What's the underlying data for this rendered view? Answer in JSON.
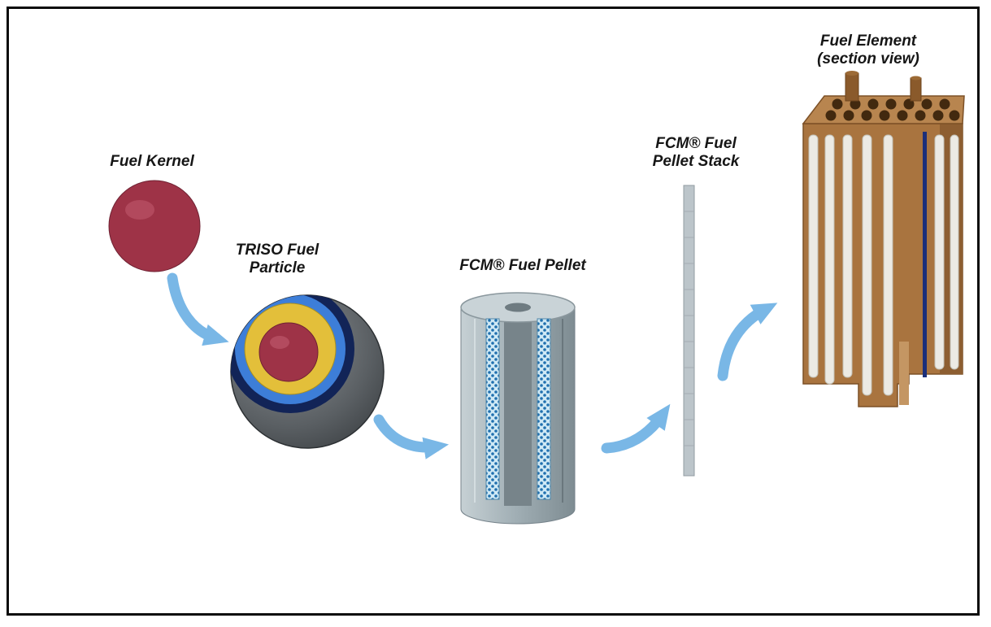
{
  "diagram": {
    "stages": [
      {
        "id": "fuel-kernel",
        "label_lines": [
          "Fuel Kernel",
          ""
        ]
      },
      {
        "id": "triso-particle",
        "label_lines": [
          "TRISO Fuel",
          "Particle"
        ]
      },
      {
        "id": "fcm-pellet",
        "label_lines": [
          "FCM® Fuel Pellet",
          ""
        ]
      },
      {
        "id": "pellet-stack",
        "label_lines": [
          "FCM® Fuel",
          "Pellet Stack"
        ]
      },
      {
        "id": "fuel-element",
        "label_lines": [
          "Fuel Element",
          "(section view)"
        ]
      }
    ],
    "colors": {
      "kernel_red": "#9e3347",
      "kernel_highlight": "#c25b70",
      "arrow_blue": "#79b7e6",
      "triso_navy": "#122457",
      "triso_blue": "#3d7ed8",
      "triso_yellow": "#e3bf3a",
      "pellet_dot_blue": "#1f6fae",
      "element_brown": "#a9743f"
    }
  }
}
